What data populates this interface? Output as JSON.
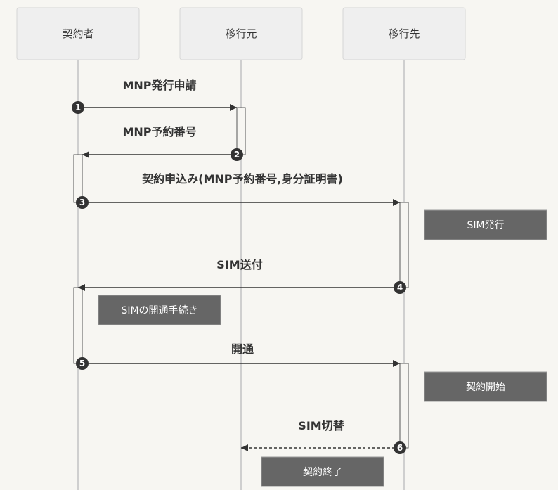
{
  "actors": [
    {
      "id": "contractor",
      "label": "契約者"
    },
    {
      "id": "source",
      "label": "移行元"
    },
    {
      "id": "destination",
      "label": "移行先"
    }
  ],
  "messages": [
    {
      "number": "1",
      "from": "contractor",
      "to": "source",
      "label": "MNP発行申請",
      "style": "solid"
    },
    {
      "number": "2",
      "from": "source",
      "to": "contractor",
      "label": "MNP予約番号",
      "style": "solid"
    },
    {
      "number": "3",
      "from": "contractor",
      "to": "destination",
      "label": "契約申込み(MNP予約番号,身分証明書)",
      "style": "solid"
    },
    {
      "number": "4",
      "from": "destination",
      "to": "contractor",
      "label": "SIM送付",
      "style": "solid"
    },
    {
      "number": "5",
      "from": "contractor",
      "to": "destination",
      "label": "開通",
      "style": "solid"
    },
    {
      "number": "6",
      "from": "destination",
      "to": "source",
      "label": "SIM切替",
      "style": "dashed"
    }
  ],
  "notes": [
    {
      "id": "sim-issue",
      "text": "SIM発行"
    },
    {
      "id": "sim-activation",
      "text": "SIMの開通手続き"
    },
    {
      "id": "contract-start",
      "text": "契約開始"
    },
    {
      "id": "contract-end",
      "text": "契約終了"
    }
  ]
}
